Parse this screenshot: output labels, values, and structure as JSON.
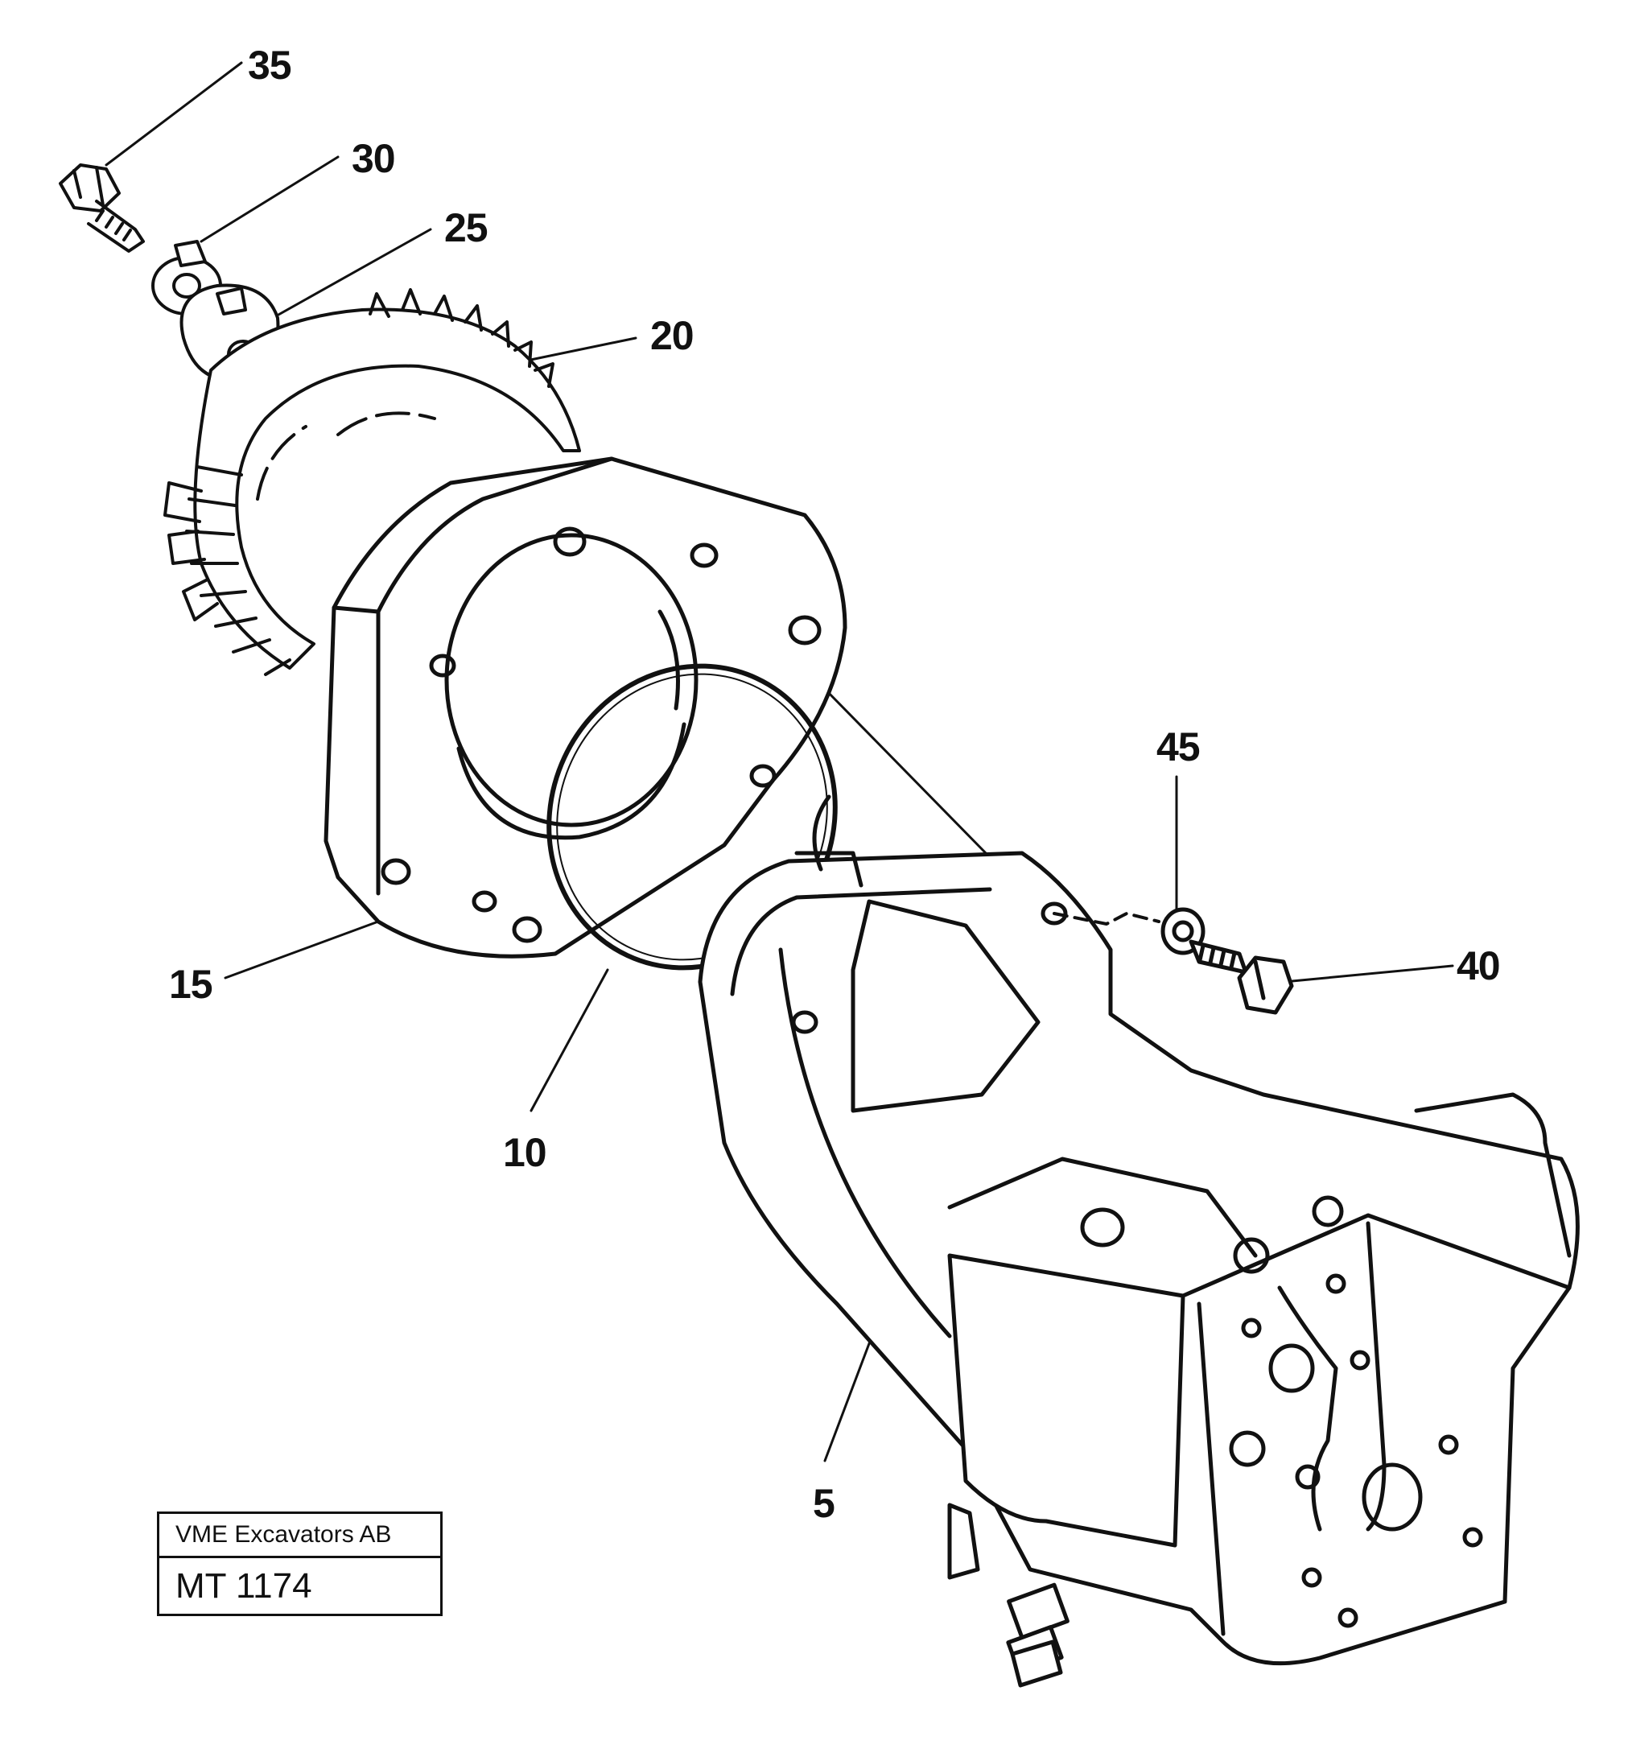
{
  "parts": [
    {
      "id": "p35",
      "label": "35"
    },
    {
      "id": "p30",
      "label": "30"
    },
    {
      "id": "p25",
      "label": "25"
    },
    {
      "id": "p20",
      "label": "20"
    },
    {
      "id": "p15",
      "label": "15"
    },
    {
      "id": "p10",
      "label": "10"
    },
    {
      "id": "p5",
      "label": "5"
    },
    {
      "id": "p45",
      "label": "45"
    },
    {
      "id": "p40",
      "label": "40"
    }
  ],
  "title_block": {
    "company": "VME Excavators AB",
    "drawing_number": "MT 1174"
  }
}
